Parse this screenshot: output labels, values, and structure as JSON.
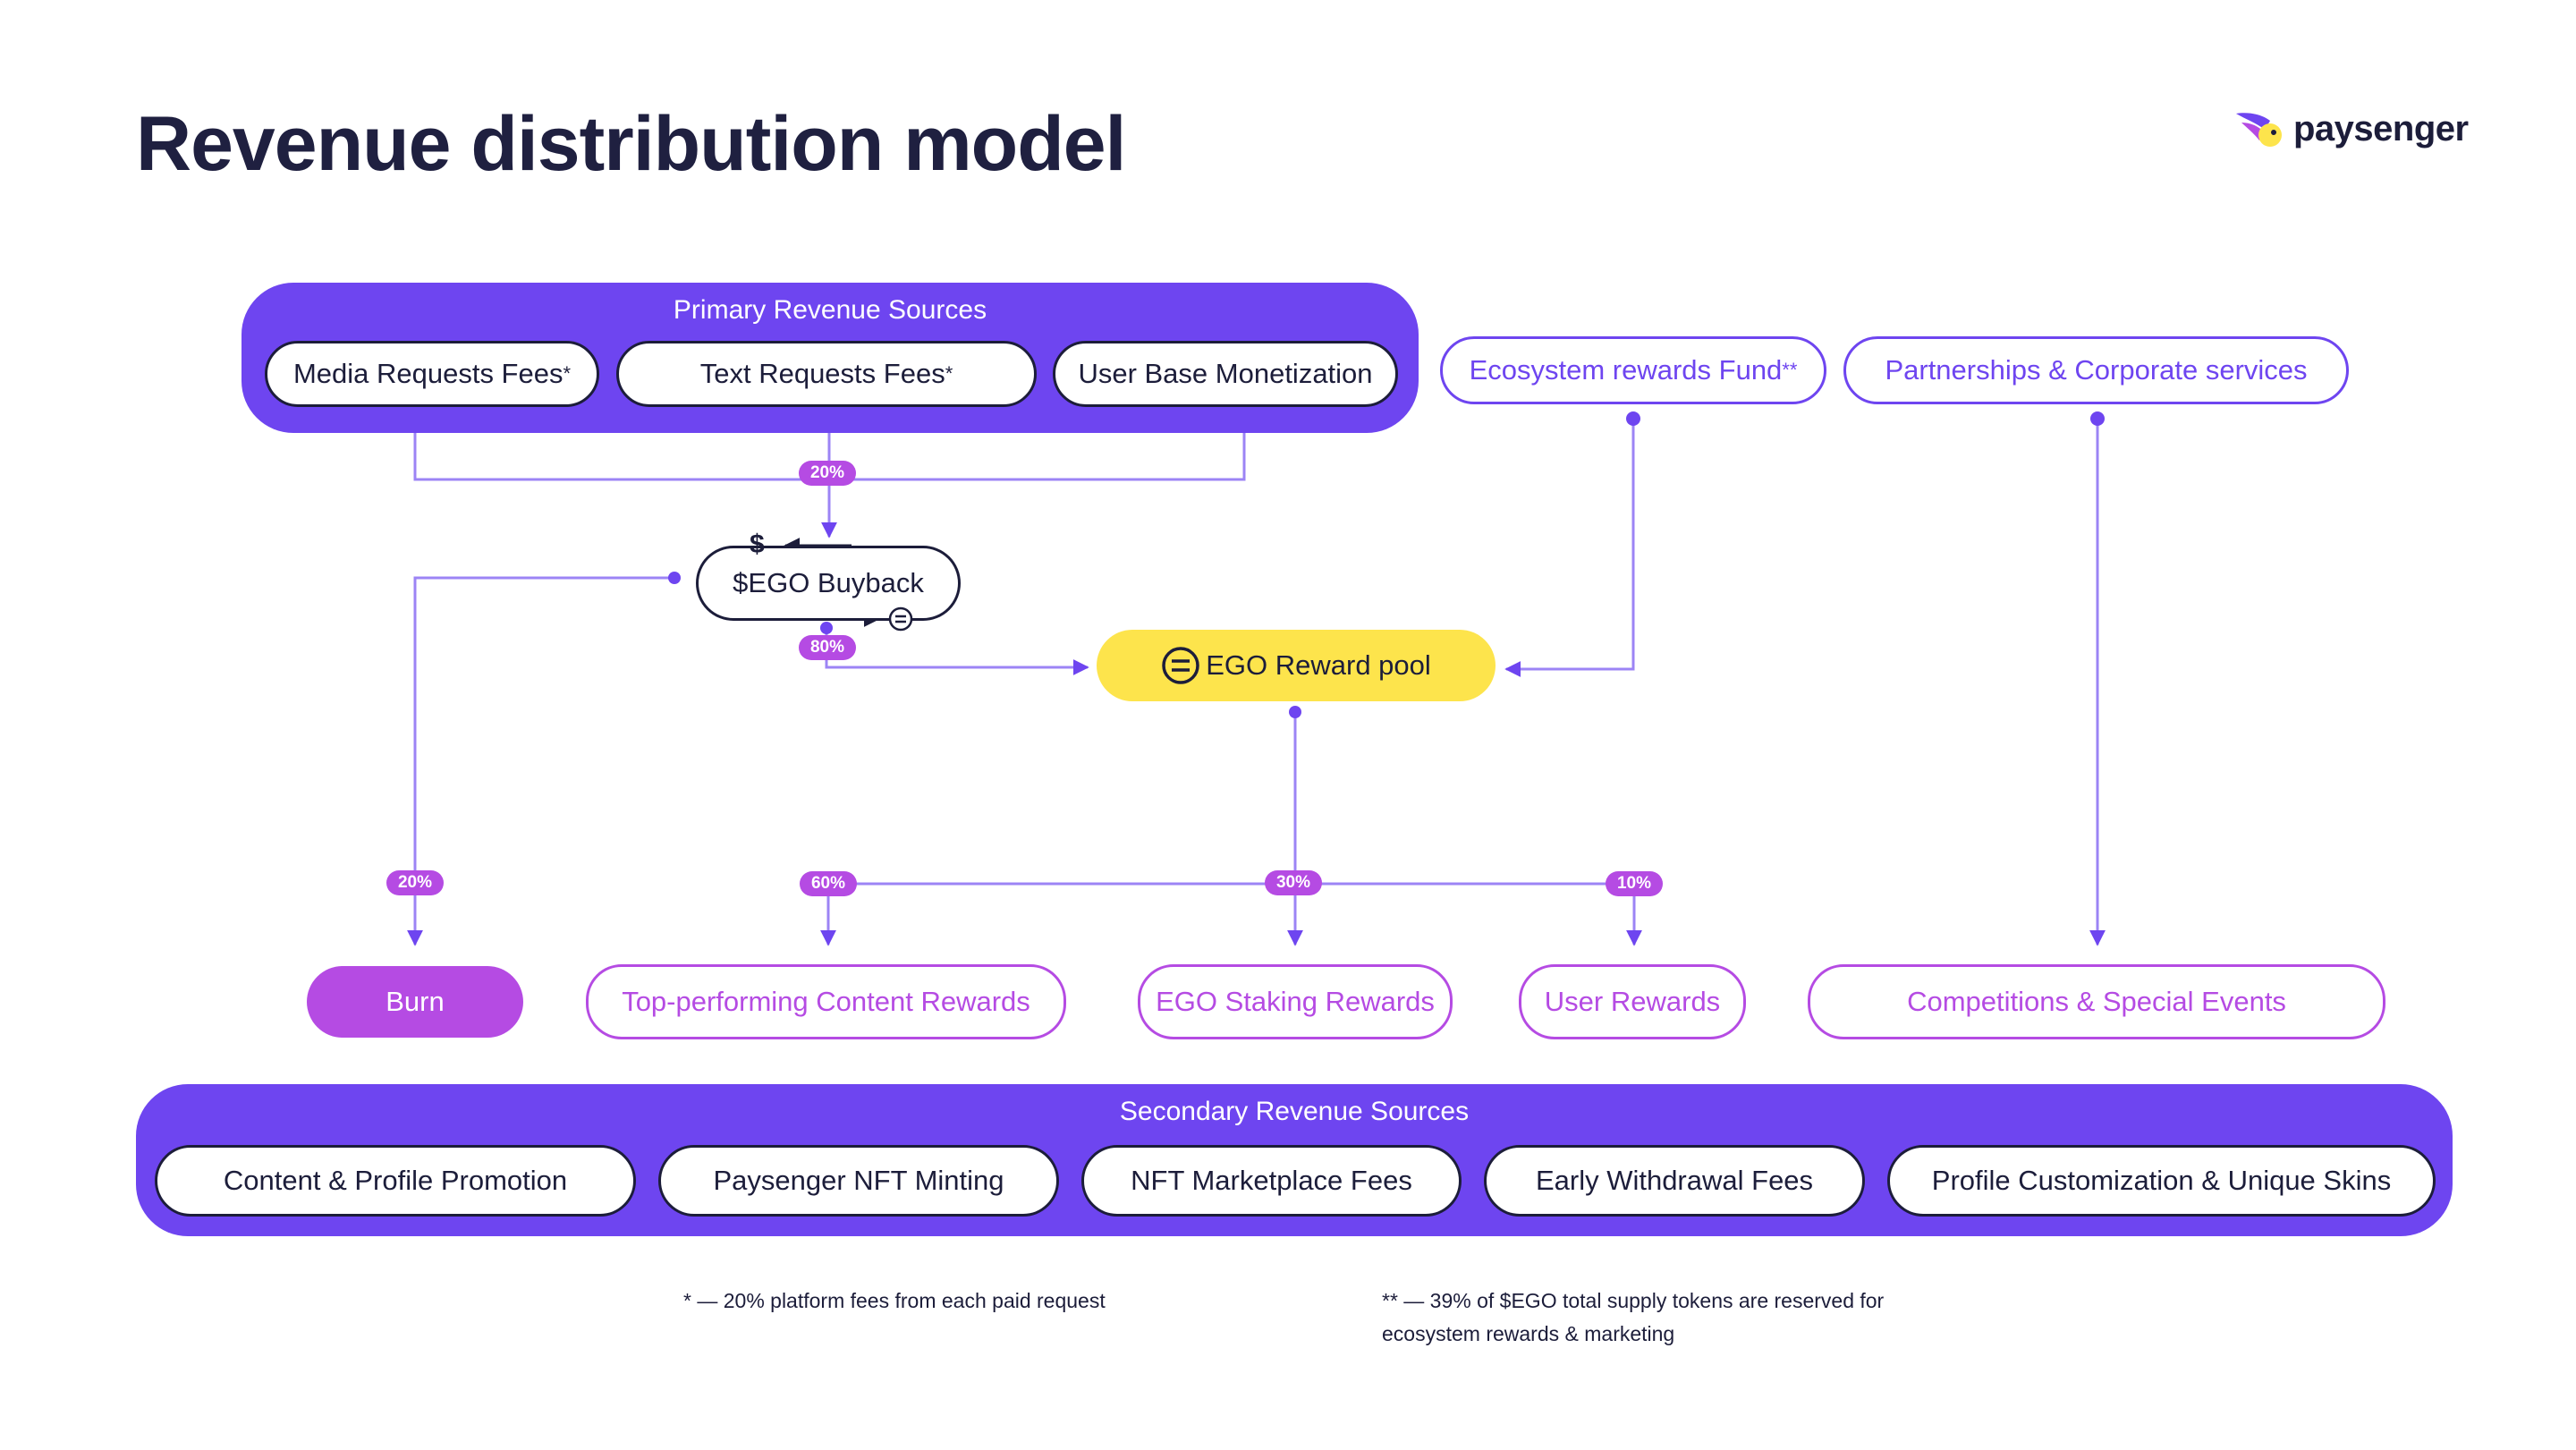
{
  "title": "Revenue distribution model",
  "brand": {
    "name": "paysenger",
    "accent": "#6e45f0",
    "yellow": "#fde44c",
    "magenta": "#b54be3"
  },
  "primary": {
    "title": "Primary Revenue Sources",
    "items": [
      "Media Requests Fees",
      "Text Requests Fees",
      "User Base Monetization"
    ],
    "mark": "*"
  },
  "ecosystem_fund": {
    "label": "Ecosystem rewards Fund",
    "mark": "**"
  },
  "partnerships": {
    "label": "Partnerships & Corporate services"
  },
  "buyback": {
    "label": "$EGO Buyback",
    "currency_symbol": "$"
  },
  "reward_pool": {
    "label": "EGO Reward pool"
  },
  "percentages": {
    "buyback_in": "20%",
    "buyback_out": "80%",
    "burn": "20%",
    "content": "60%",
    "staking": "30%",
    "user": "10%"
  },
  "outputs": {
    "burn": "Burn",
    "content": "Top-performing Content Rewards",
    "staking": "EGO Staking Rewards",
    "user": "User Rewards",
    "competitions": "Competitions & Special Events"
  },
  "secondary": {
    "title": "Secondary Revenue Sources",
    "items": [
      "Content & Profile Promotion",
      "Paysenger NFT Minting",
      "NFT Marketplace Fees",
      "Early Withdrawal Fees",
      "Profile Customization & Unique Skins"
    ]
  },
  "notes": {
    "one": "* — 20% platform fees from each paid request",
    "two_line1": "** — 39% of $EGO total supply tokens are reserved for",
    "two_line2": "ecosystem rewards & marketing"
  },
  "icons": {
    "logo": "paysenger-logo-icon",
    "ego": "ego-coin-icon"
  }
}
